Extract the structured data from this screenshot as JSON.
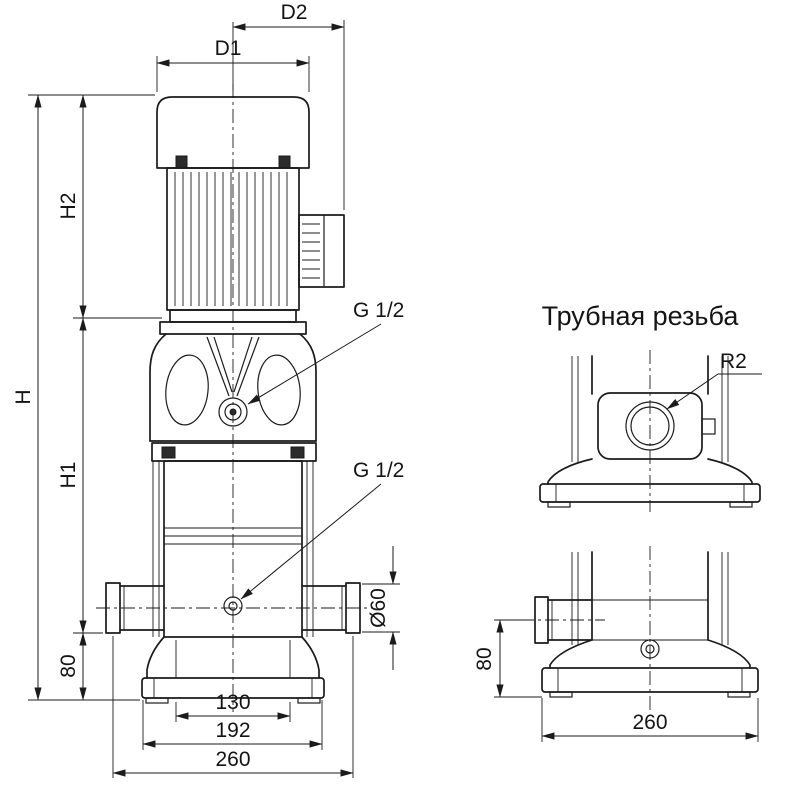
{
  "main_view": {
    "dim_d2": "D2",
    "dim_d1": "D1",
    "dim_h2": "H2",
    "dim_h": "H",
    "dim_h1": "H1",
    "dim_80": "80",
    "callout_g12_top": "G 1/2",
    "callout_g12_bottom": "G 1/2",
    "dim_dia60": "Ø60",
    "dim_130": "130",
    "dim_192": "192",
    "dim_260": "260"
  },
  "side_view": {
    "title": "Трубная резьба",
    "callout_r2": "R2",
    "dim_80": "80",
    "dim_260": "260"
  },
  "colors": {
    "line": "#1b1b1b",
    "background": "#ffffff"
  }
}
